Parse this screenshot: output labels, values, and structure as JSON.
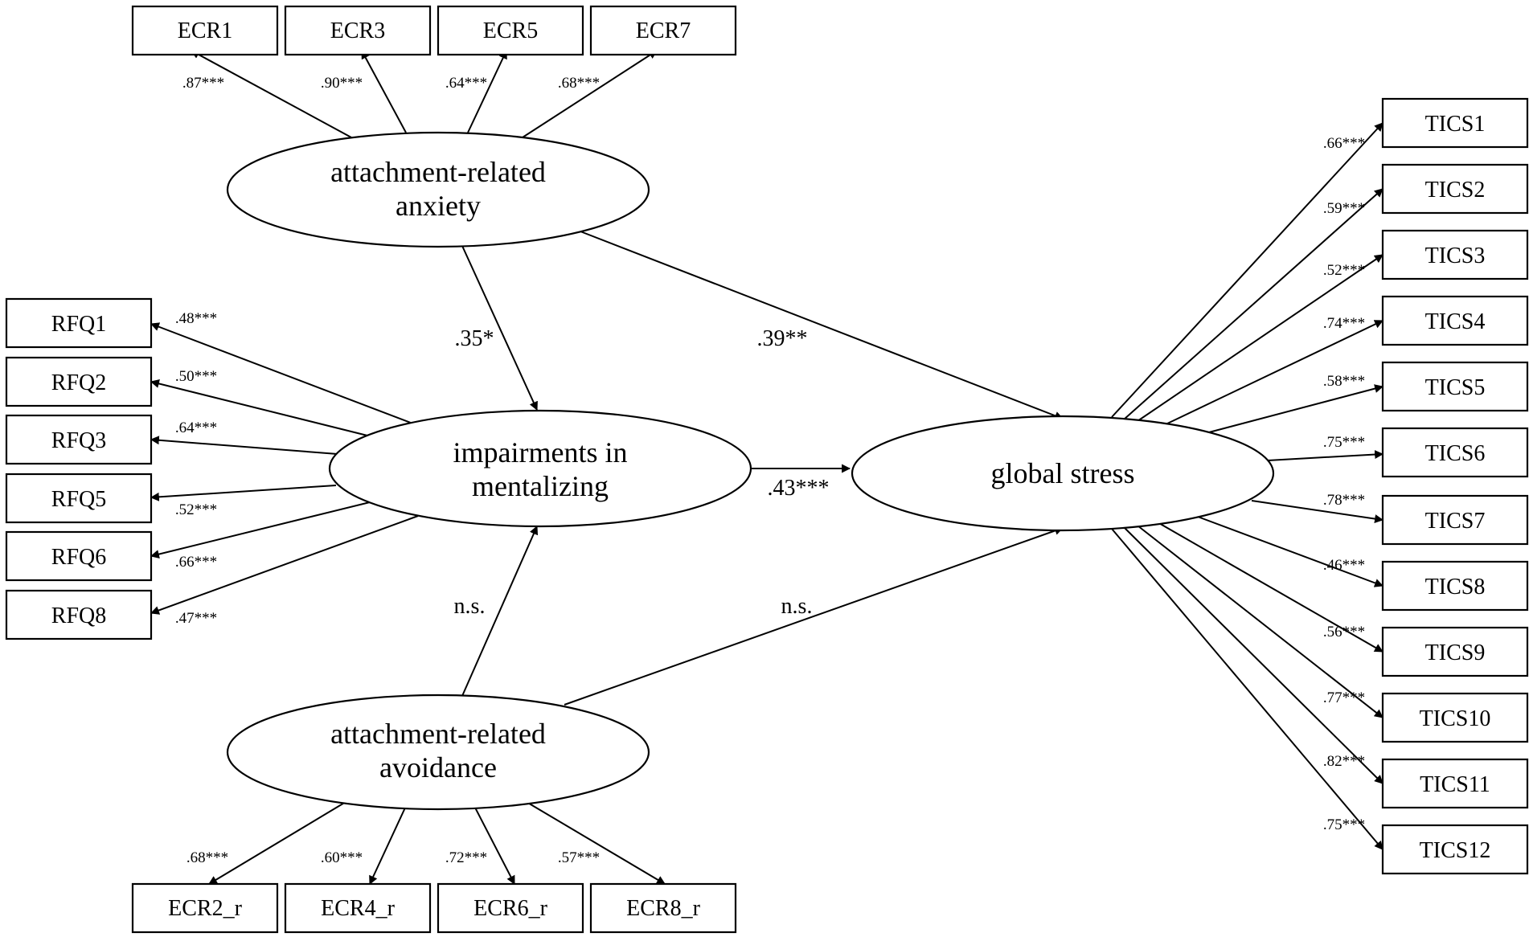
{
  "latents": {
    "anxiety": {
      "line1": "attachment-related",
      "line2": "anxiety"
    },
    "mentalizing": {
      "line1": "impairments in",
      "line2": "mentalizing"
    },
    "avoidance": {
      "line1": "attachment-related",
      "line2": "avoidance"
    },
    "stress": {
      "line1": "global stress"
    }
  },
  "indicators": {
    "anxiety": [
      {
        "name": "ECR1",
        "loading": ".87***"
      },
      {
        "name": "ECR3",
        "loading": ".90***"
      },
      {
        "name": "ECR5",
        "loading": ".64***"
      },
      {
        "name": "ECR7",
        "loading": ".68***"
      }
    ],
    "mentalizing": [
      {
        "name": "RFQ1",
        "loading": ".48***"
      },
      {
        "name": "RFQ2",
        "loading": ".50***"
      },
      {
        "name": "RFQ3",
        "loading": ".64***"
      },
      {
        "name": "RFQ5",
        "loading": ".52***"
      },
      {
        "name": "RFQ6",
        "loading": ".66***"
      },
      {
        "name": "RFQ8",
        "loading": ".47***"
      }
    ],
    "avoidance": [
      {
        "name": "ECR2_r",
        "loading": ".68***"
      },
      {
        "name": "ECR4_r",
        "loading": ".60***"
      },
      {
        "name": "ECR6_r",
        "loading": ".72***"
      },
      {
        "name": "ECR8_r",
        "loading": ".57***"
      }
    ],
    "stress": [
      {
        "name": "TICS1",
        "loading": ".66***"
      },
      {
        "name": "TICS2",
        "loading": ".59***"
      },
      {
        "name": "TICS3",
        "loading": ".52***"
      },
      {
        "name": "TICS4",
        "loading": ".74***"
      },
      {
        "name": "TICS5",
        "loading": ".58***"
      },
      {
        "name": "TICS6",
        "loading": ".75***"
      },
      {
        "name": "TICS7",
        "loading": ".78***"
      },
      {
        "name": "TICS8",
        "loading": ".46***"
      },
      {
        "name": "TICS9",
        "loading": ".56***"
      },
      {
        "name": "TICS10",
        "loading": ".77***"
      },
      {
        "name": "TICS11",
        "loading": ".82***"
      },
      {
        "name": "TICS12",
        "loading": ".75***"
      }
    ]
  },
  "paths": {
    "anxiety_to_mentalizing": ".35*",
    "anxiety_to_stress": ".39**",
    "mentalizing_to_stress": ".43***",
    "avoidance_to_mentalizing": "n.s.",
    "avoidance_to_stress": "n.s."
  }
}
